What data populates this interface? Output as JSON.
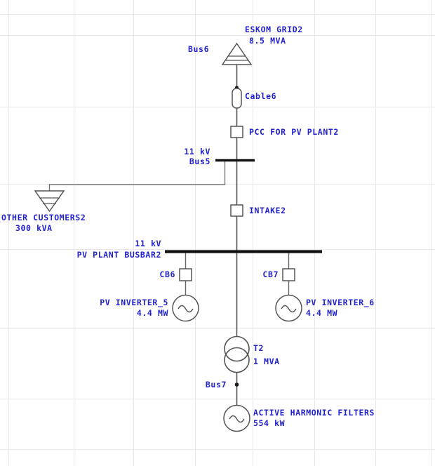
{
  "diagram": {
    "title": "PV Plant Single Line Diagram",
    "colors": {
      "label_text": "#2222cc",
      "line": "#555555",
      "busbar": "#111111",
      "grid_line": "#e8e8e8",
      "background": "#ffffff"
    },
    "grid": {
      "visible": true,
      "vertical_x": [
        12,
        105,
        190,
        278,
        360,
        448,
        535,
        615
      ],
      "horizontal_y": [
        20,
        50,
        152,
        262,
        355,
        468,
        568,
        640
      ]
    },
    "nodes": [
      {
        "id": "eskom-grid2",
        "type": "grid-source",
        "name": "ESKOM GRID2",
        "rating": "8.5 MVA",
        "bus_label": "Bus6"
      },
      {
        "id": "cable6",
        "type": "cable",
        "name": "Cable6"
      },
      {
        "id": "pcc-pv-plant2",
        "type": "circuit-breaker",
        "name": "PCC FOR PV PLANT2"
      },
      {
        "id": "bus5",
        "type": "busbar",
        "voltage": "11 kV",
        "name": "Bus5"
      },
      {
        "id": "other-customers2",
        "type": "load",
        "name": "OTHER CUSTOMERS2",
        "rating": "300 kVA"
      },
      {
        "id": "intake2",
        "type": "circuit-breaker",
        "name": "INTAKE2"
      },
      {
        "id": "pv-plant-busbar2",
        "type": "busbar",
        "voltage": "11 kV",
        "name": "PV PLANT BUSBAR2"
      },
      {
        "id": "cb6",
        "type": "circuit-breaker",
        "name": "CB6"
      },
      {
        "id": "pv-inverter-5",
        "type": "inverter",
        "name": "PV INVERTER_5",
        "rating": "4.4 MW"
      },
      {
        "id": "cb7",
        "type": "circuit-breaker",
        "name": "CB7"
      },
      {
        "id": "pv-inverter-6",
        "type": "inverter",
        "name": "PV INVERTER_6",
        "rating": "4.4 MW"
      },
      {
        "id": "t2",
        "type": "transformer",
        "name": "T2",
        "rating": "1 MVA"
      },
      {
        "id": "bus7",
        "type": "bus-node",
        "name": "Bus7"
      },
      {
        "id": "active-harmonic-filters",
        "type": "source",
        "name": "ACTIVE HARMONIC FILTERS",
        "rating": "554 kW"
      }
    ],
    "labels": {
      "eskom_grid2_name": "ESKOM GRID2",
      "eskom_grid2_rating": "8.5 MVA",
      "bus6": "Bus6",
      "cable6": "Cable6",
      "pcc": "PCC FOR PV PLANT2",
      "bus5_voltage": "11 kV",
      "bus5_name": "Bus5",
      "other_customers_name": "OTHER CUSTOMERS2",
      "other_customers_rating": "300 kVA",
      "intake2": "INTAKE2",
      "pv_busbar_voltage": "11 kV",
      "pv_busbar_name": "PV PLANT BUSBAR2",
      "cb6": "CB6",
      "cb7": "CB7",
      "inverter5_name": "PV INVERTER_5",
      "inverter5_rating": "4.4 MW",
      "inverter6_name": "PV INVERTER_6",
      "inverter6_rating": "4.4 MW",
      "t2_name": "T2",
      "t2_rating": "1 MVA",
      "bus7": "Bus7",
      "ahf_name": "ACTIVE HARMONIC FILTERS",
      "ahf_rating": "554 kW"
    }
  }
}
